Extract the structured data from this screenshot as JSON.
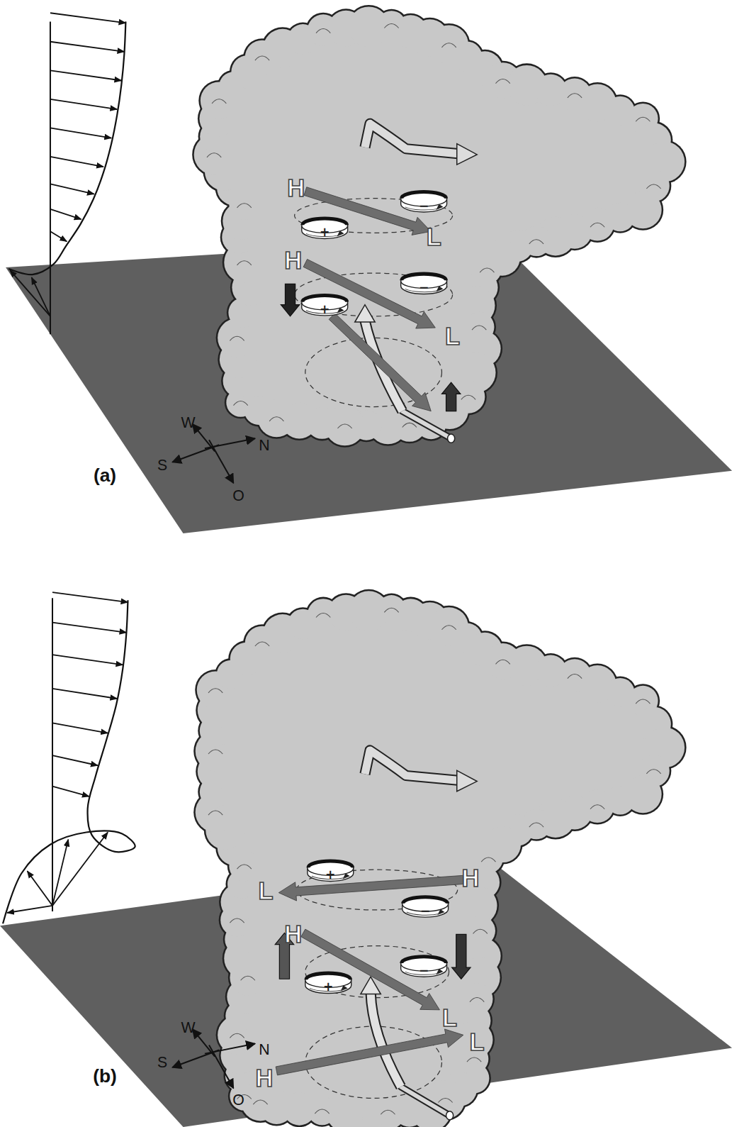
{
  "diagram": {
    "nodes": [
      {
        "text": [
          "−"
        ]
      },
      {
        "text": [
          "+"
        ]
      },
      {
        "text": [
          "−"
        ]
      },
      {
        "text": [
          "+"
        ]
      },
      {
        "text": [
          "+"
        ]
      },
      {
        "text": [
          "−"
        ]
      },
      {
        "text": [
          "−"
        ]
      },
      {
        "text": [
          "+"
        ]
      }
    ],
    "labels": [
      "H",
      "L",
      "H",
      "L",
      "W",
      "S",
      "N",
      "O",
      "(a)",
      "L",
      "H",
      "H",
      "L",
      "H",
      "L",
      "W",
      "S",
      "N",
      "O",
      "(b)"
    ]
  }
}
